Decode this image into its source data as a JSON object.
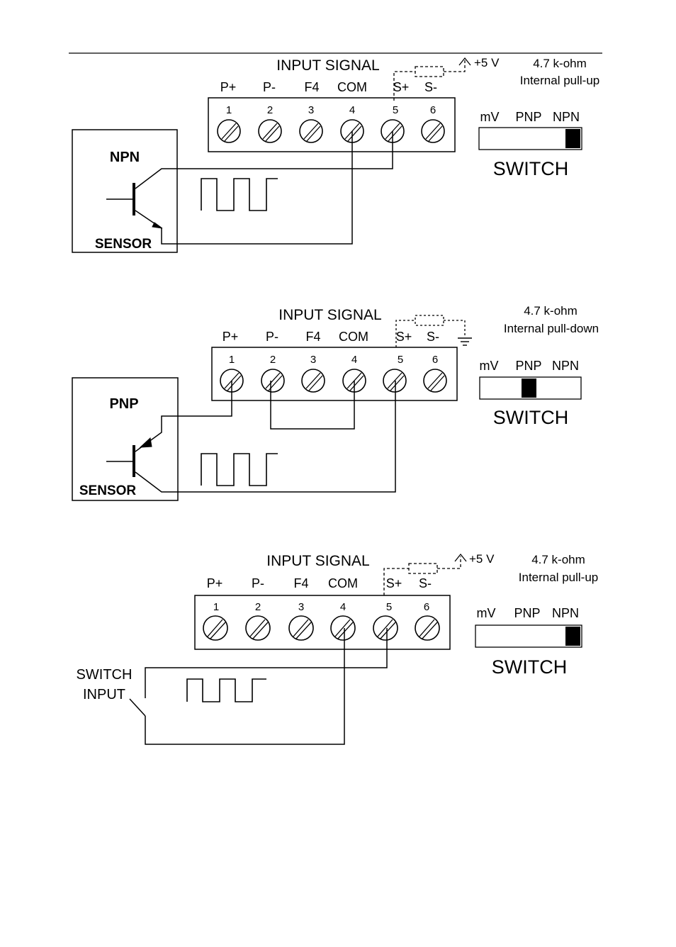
{
  "terminal_labels": [
    "P+",
    "P-",
    "F4",
    "COM",
    "S+",
    "S-"
  ],
  "terminal_numbers": [
    "1",
    "2",
    "3",
    "4",
    "5",
    "6"
  ],
  "switch_positions": [
    "mV",
    "PNP",
    "NPN"
  ],
  "diagrams": [
    {
      "id": "npn",
      "input_signal": "INPUT SIGNAL",
      "voltage": "+5 V",
      "resistor_value": "4.7 k-ohm",
      "resistor_mode": "Internal pull-up",
      "switch_title": "SWITCH",
      "switch_selected": "NPN",
      "sensor_type": "NPN",
      "sensor_label": "SENSOR"
    },
    {
      "id": "pnp",
      "input_signal": "INPUT SIGNAL",
      "resistor_value": "4.7 k-ohm",
      "resistor_mode": "Internal pull-down",
      "switch_title": "SWITCH",
      "switch_selected": "PNP",
      "sensor_type": "PNP",
      "sensor_label": "SENSOR"
    },
    {
      "id": "switch",
      "input_signal": "INPUT SIGNAL",
      "voltage": "+5 V",
      "resistor_value": "4.7 k-ohm",
      "resistor_mode": "Internal pull-up",
      "switch_title": "SWITCH",
      "switch_selected": "NPN",
      "switch_input_line1": "SWITCH",
      "switch_input_line2": "INPUT"
    }
  ]
}
